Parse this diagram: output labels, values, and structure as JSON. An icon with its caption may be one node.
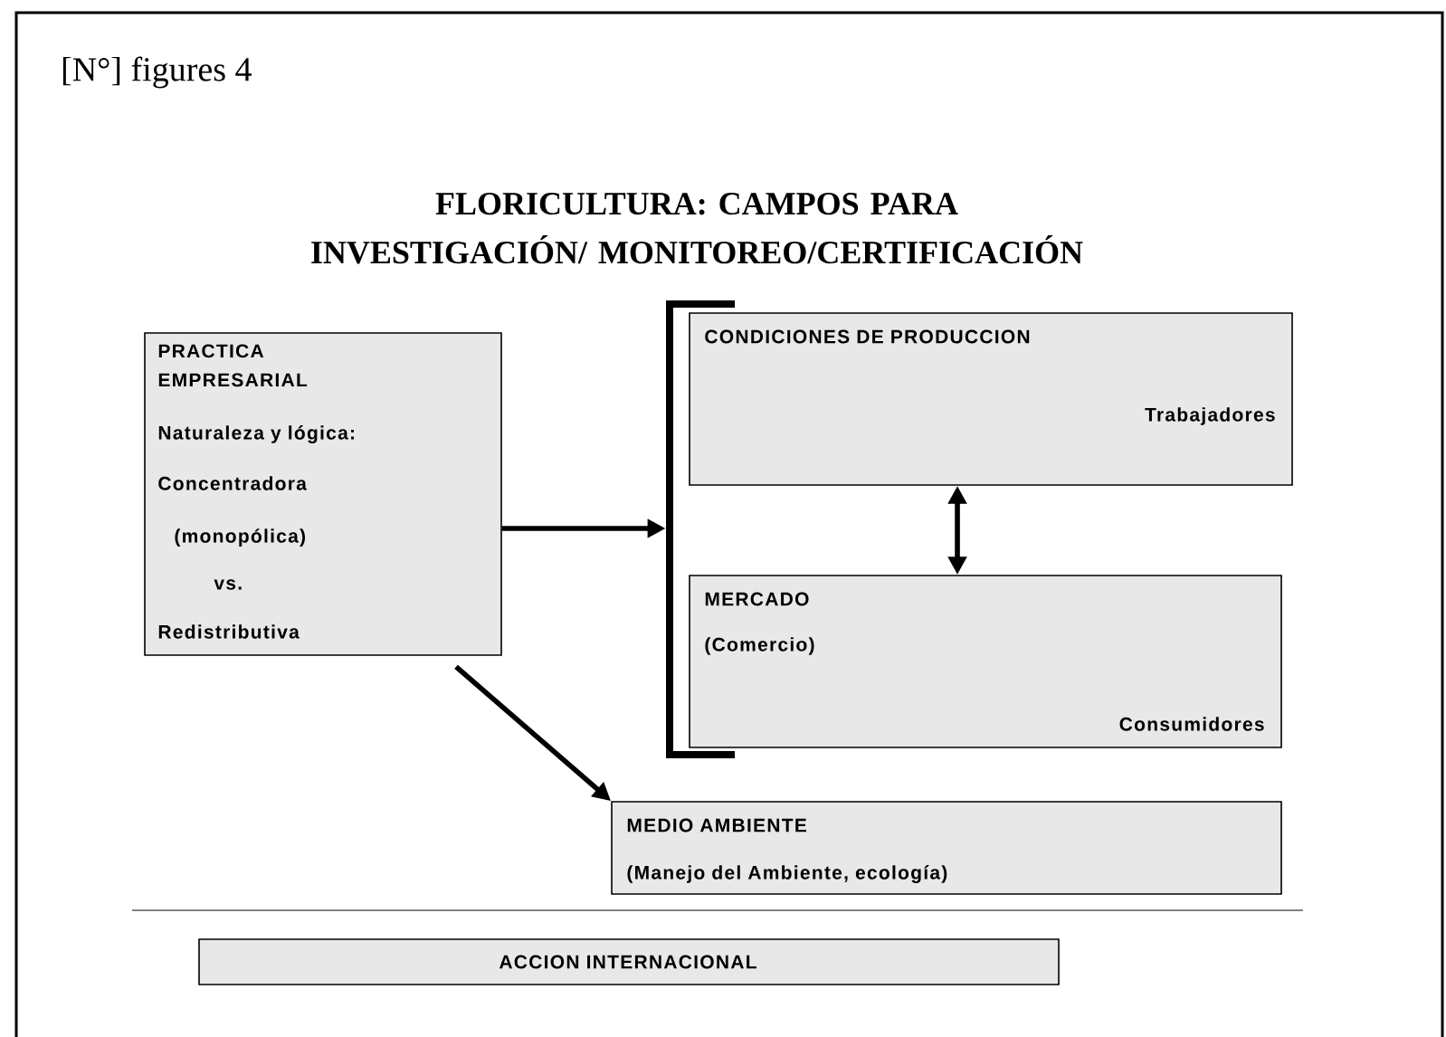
{
  "diagram": {
    "title": "FLORICULTURA: CAMPOS PARA INVESTIGACIÓN/ MONITOREO/CERTIFICACIÓN",
    "nodes": [
      {
        "text": [
          "PRACTICA EMPRESARIAL",
          "Naturaleza y lógica:",
          "Concentradora",
          "(monopólica)",
          "vs.",
          "Redistributiva"
        ]
      },
      {
        "text": [],
        "shape": "bracket"
      },
      {
        "text": [
          "CONDICIONES DE PRODUCCION",
          "Trabajadores"
        ]
      },
      {
        "text": [
          "MERCADO",
          "(Comercio)",
          "Consumidores"
        ]
      },
      {
        "text": [
          "MEDIO AMBIENTE",
          "(Manejo del Ambiente, ecología)"
        ]
      },
      {
        "text": [
          "ACCION INTERNACIONAL"
        ]
      }
    ],
    "edges": [
      {
        "from": 0,
        "to": 1,
        "arrow": "to"
      },
      {
        "from": 2,
        "to": 3,
        "arrow": "both"
      },
      {
        "from": 0,
        "to": 4,
        "arrow": "to"
      }
    ],
    "labels": [
      "[N°] figures 4"
    ]
  }
}
